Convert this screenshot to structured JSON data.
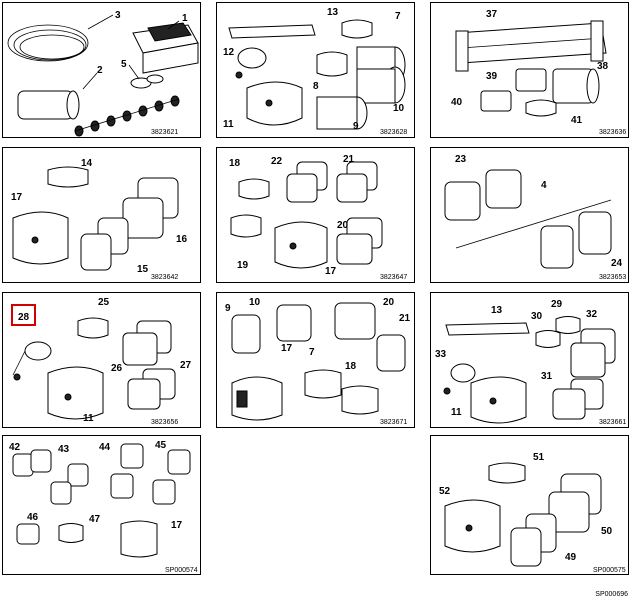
{
  "panels": [
    {
      "ref": "3823621",
      "labels": [
        "1",
        "2",
        "3",
        "5"
      ]
    },
    {
      "ref": "3823628",
      "labels": [
        "7",
        "8",
        "9",
        "10",
        "11",
        "12",
        "13"
      ]
    },
    {
      "ref": "3823636",
      "labels": [
        "37",
        "38",
        "39",
        "40",
        "41"
      ]
    },
    {
      "ref": "3823642",
      "labels": [
        "14",
        "15",
        "16",
        "17"
      ]
    },
    {
      "ref": "3823647",
      "labels": [
        "17",
        "18",
        "19",
        "20",
        "21",
        "22"
      ]
    },
    {
      "ref": "3823653",
      "labels": [
        "4",
        "23",
        "24"
      ]
    },
    {
      "ref": "3823656",
      "labels": [
        "11",
        "25",
        "26",
        "27",
        "28"
      ]
    },
    {
      "ref": "3823671",
      "labels": [
        "7",
        "9",
        "10",
        "17",
        "18",
        "20",
        "21"
      ]
    },
    {
      "ref": "3823661",
      "labels": [
        "11",
        "13",
        "29",
        "30",
        "31",
        "32",
        "33"
      ]
    },
    {
      "ref": "SP000574",
      "labels": [
        "17",
        "42",
        "43",
        "44",
        "45",
        "46",
        "47"
      ]
    },
    {
      "ref": "SP000575",
      "labels": [
        "49",
        "50",
        "51",
        "52"
      ]
    }
  ],
  "highlight_label": "28",
  "highlight_color": "#d40000",
  "footer_ref": "SP000696"
}
